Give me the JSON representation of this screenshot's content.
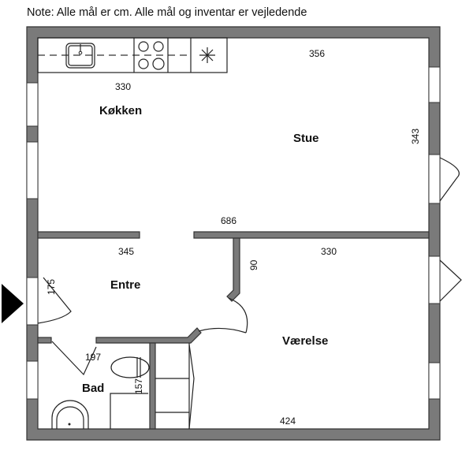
{
  "note": "Note: Alle mål er cm. Alle mål og inventar er vejledende",
  "rooms": {
    "kitchen": "Køkken",
    "living": "Stue",
    "entrance": "Entre",
    "bedroom": "Værelse",
    "bathroom": "Bad"
  },
  "dimensions": {
    "kitchen_width": "330",
    "living_width": "356",
    "living_height": "343",
    "living_bottom": "686",
    "entrance_width": "345",
    "entrance_door": "175",
    "hall_depth": "90",
    "bedroom_width": "330",
    "bathroom_width": "197",
    "bathroom_height": "157",
    "bedroom_bottom": "424"
  }
}
